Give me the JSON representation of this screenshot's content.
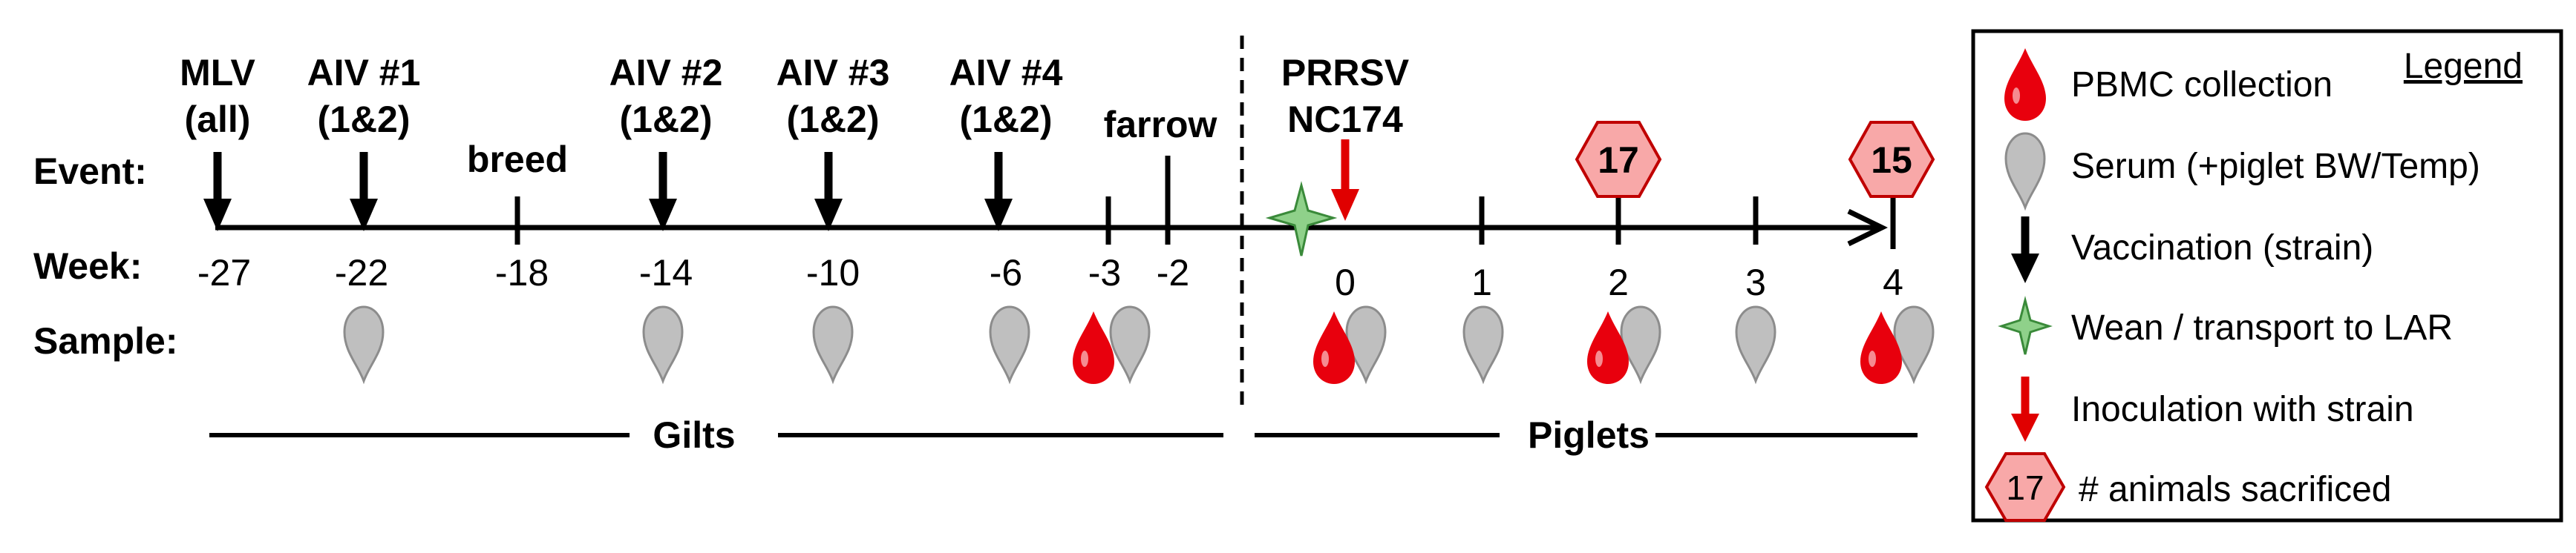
{
  "row_labels": {
    "event": "Event:",
    "week": "Week:",
    "sample": "Sample:"
  },
  "events": [
    {
      "line1": "MLV",
      "line2": "(all)"
    },
    {
      "line1": "AIV #1",
      "line2": "(1&2)"
    },
    {
      "line1": "breed"
    },
    {
      "line1": "AIV #2",
      "line2": "(1&2)"
    },
    {
      "line1": "AIV #3",
      "line2": "(1&2)"
    },
    {
      "line1": "AIV #4",
      "line2": "(1&2)"
    },
    {
      "line1": "farrow"
    },
    {
      "line1": "PRRSV",
      "line2": "NC174"
    }
  ],
  "weeks": [
    "-27",
    "-22",
    "-18",
    "-14",
    "-10",
    "-6",
    "-3",
    "-2",
    "0",
    "1",
    "2",
    "3",
    "4"
  ],
  "sacrifice_counts": [
    "17",
    "15"
  ],
  "groups": {
    "gilts": "Gilts",
    "piglets": "Piglets"
  },
  "legend": {
    "title": "Legend",
    "items": [
      {
        "icon": "blood-drop-icon",
        "label": "PBMC collection"
      },
      {
        "icon": "serum-drop-icon",
        "label": "Serum (+piglet BW/Temp)"
      },
      {
        "icon": "black-arrow-icon",
        "label": "Vaccination (strain)"
      },
      {
        "icon": "green-star-icon",
        "label": "Wean / transport to LAR"
      },
      {
        "icon": "red-arrow-icon",
        "label": "Inoculation with strain"
      },
      {
        "icon": "hexagon-icon",
        "badge": "17",
        "label": "# animals sacrificed"
      }
    ]
  },
  "colors": {
    "blood": "#e8000d",
    "serum": "#bfbfbf",
    "serum_outline": "#8c8c8c",
    "star_fill": "#8fd18a",
    "star_outline": "#3a8a3a",
    "hexagon_fill": "#f8a8a8",
    "hexagon_outline": "#c00000",
    "inoculation_arrow": "#e00000",
    "line": "#000000"
  }
}
